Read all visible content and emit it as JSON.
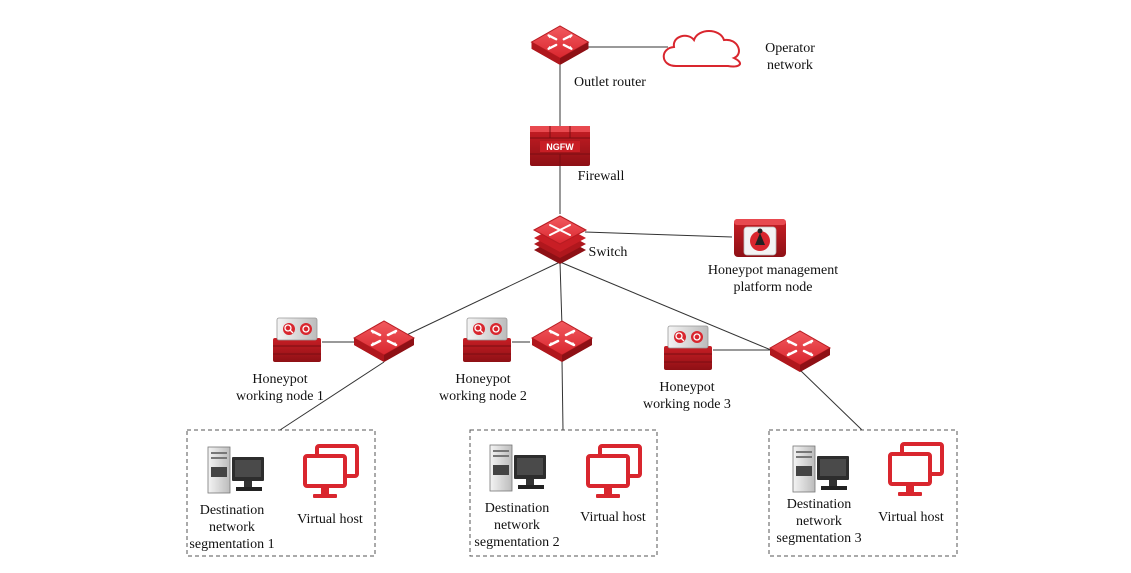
{
  "labels": {
    "operator_network_line1": "Operator",
    "operator_network_line2": "network",
    "outlet_router": "Outlet router",
    "firewall": "Firewall",
    "firewall_badge": "NGFW",
    "switch": "Switch",
    "mgmt_line1": "Honeypot management",
    "mgmt_line2": "platform node",
    "hp1_line1": "Honeypot",
    "hp1_line2": "working node 1",
    "hp2_line1": "Honeypot",
    "hp2_line2": "working node 2",
    "hp3_line1": "Honeypot",
    "hp3_line2": "working node 3",
    "seg1_line1": "Destination",
    "seg1_line2": "network",
    "seg1_line3": "segmentation 1",
    "seg2_line1": "Destination",
    "seg2_line2": "network",
    "seg2_line3": "segmentation 2",
    "seg3_line1": "Destination",
    "seg3_line2": "network",
    "seg3_line3": "segmentation 3",
    "virtual_host_1": "Virtual host",
    "virtual_host_2": "Virtual host",
    "virtual_host_3": "Virtual host"
  },
  "colors": {
    "device_red": "#d9262e",
    "device_dark_red": "#a8161c",
    "line": "#333333",
    "box_border": "#555555"
  }
}
